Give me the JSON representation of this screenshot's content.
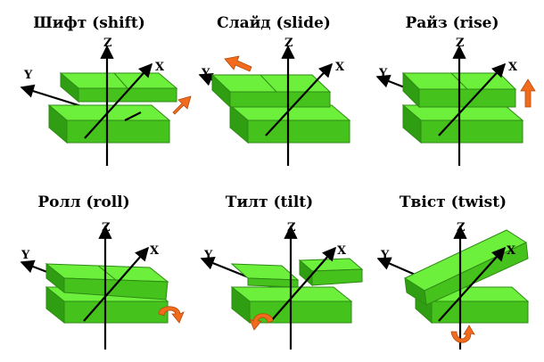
{
  "colors": {
    "block_top": "#6cf03c",
    "block_front": "#45c21c",
    "block_side": "#2f9e12",
    "arrow": "#f26b1d",
    "axis": "#000000"
  },
  "panels": [
    {
      "title": "Шифт (shift)",
      "axes": {
        "x": "X",
        "y": "Y",
        "z": "Z"
      },
      "motion": "right-arrow"
    },
    {
      "title": "Слайд (slide)",
      "axes": {
        "x": "X",
        "y": "Y",
        "z": "Z"
      },
      "motion": "left-arrow"
    },
    {
      "title": "Райз (rise)",
      "axes": {
        "x": "X",
        "y": "Y",
        "z": "Z"
      },
      "motion": "up-arrow"
    },
    {
      "title": "Ролл (roll)",
      "axes": {
        "x": "X",
        "y": "Y",
        "z": "Z"
      },
      "motion": "curved-arrow"
    },
    {
      "title": "Тилт (tilt)",
      "axes": {
        "x": "X",
        "y": "Y",
        "z": "Z"
      },
      "motion": "curved-arrow"
    },
    {
      "title": "Твіст (twist)",
      "axes": {
        "x": "X",
        "y": "Y",
        "z": "Z"
      },
      "motion": "curved-arrow"
    }
  ]
}
